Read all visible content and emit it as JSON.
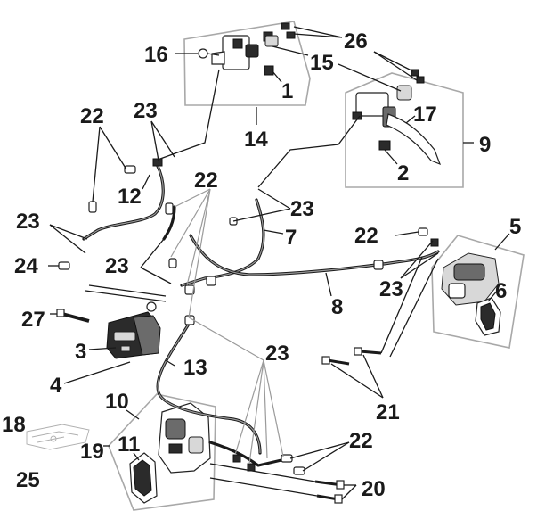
{
  "callouts": {
    "c1": "1",
    "c2": "2",
    "c3": "3",
    "c4": "4",
    "c5": "5",
    "c6": "6",
    "c7": "7",
    "c8": "8",
    "c9": "9",
    "c10": "10",
    "c11": "11",
    "c12": "12",
    "c13": "13",
    "c14": "14",
    "c15": "15",
    "c16": "16",
    "c17": "17",
    "c18": "18",
    "c19": "19",
    "c20": "20",
    "c21": "21",
    "c22": "22",
    "c23": "23",
    "c24": "24",
    "c25": "25",
    "c26": "26",
    "c27": "27"
  },
  "colors": {
    "line": "#1a1a1a",
    "frame": "#a8a8a8",
    "background": "#ffffff"
  }
}
